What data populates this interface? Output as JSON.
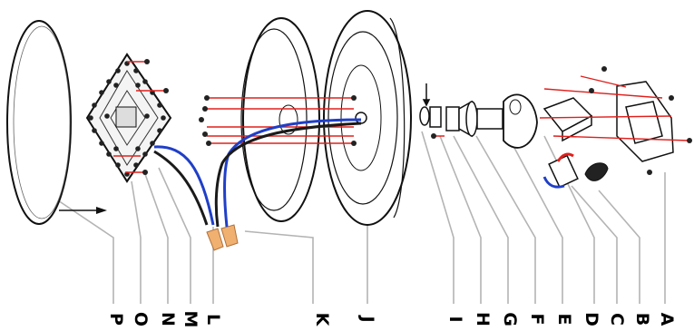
{
  "parts": [
    {
      "letter": "A"
    },
    {
      "letter": "B"
    },
    {
      "letter": "C"
    },
    {
      "letter": "D"
    },
    {
      "letter": "E"
    },
    {
      "letter": "F"
    },
    {
      "letter": "G"
    },
    {
      "letter": "H"
    },
    {
      "letter": "I"
    },
    {
      "letter": "J"
    },
    {
      "letter": "K"
    },
    {
      "letter": "L"
    },
    {
      "letter": "M"
    },
    {
      "letter": "N"
    },
    {
      "letter": "O"
    },
    {
      "letter": "P"
    }
  ],
  "colors": {
    "screw_line": "#e0201c",
    "blue_wire": "#1f3fc8",
    "black_wire": "#1a1a1a",
    "wire_nut": "#f0b070",
    "leader": "#b4b4b4",
    "outline": "#111111"
  }
}
